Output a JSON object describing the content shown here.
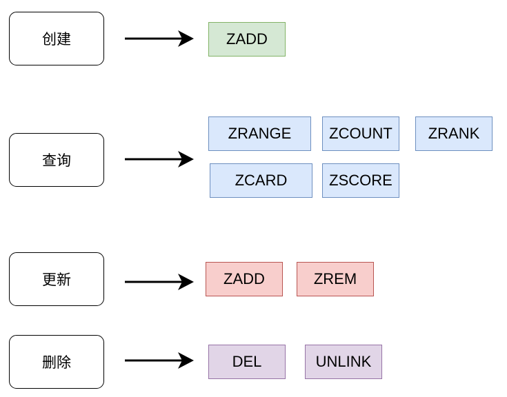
{
  "operations": [
    {
      "label": "创建",
      "commands": [
        "ZADD"
      ],
      "color": "green"
    },
    {
      "label": "查询",
      "commands": [
        "ZRANGE",
        "ZCOUNT",
        "ZRANK",
        "ZCARD",
        "ZSCORE"
      ],
      "color": "blue"
    },
    {
      "label": "更新",
      "commands": [
        "ZADD",
        "ZREM"
      ],
      "color": "red"
    },
    {
      "label": "删除",
      "commands": [
        "DEL",
        "UNLINK"
      ],
      "color": "purple"
    }
  ],
  "colors": {
    "green": {
      "fill": "#d5e8d4",
      "stroke": "#82b366"
    },
    "blue": {
      "fill": "#dae8fc",
      "stroke": "#6c8ebf"
    },
    "red": {
      "fill": "#f8cecc",
      "stroke": "#b85450"
    },
    "purple": {
      "fill": "#e1d5e7",
      "stroke": "#9673a6"
    }
  }
}
